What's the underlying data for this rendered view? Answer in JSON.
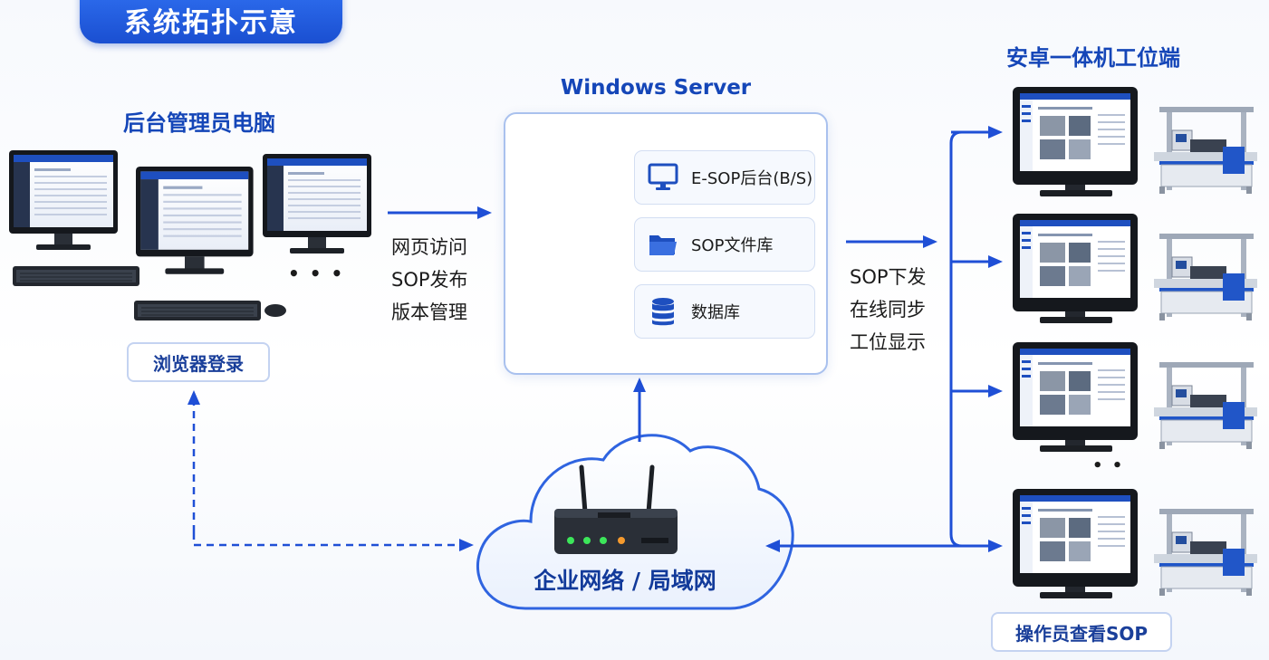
{
  "title": "系统拓扑示意",
  "admin": {
    "heading": "后台管理员电脑",
    "login_label": "浏览器登录",
    "ellipsis": "• • •"
  },
  "server": {
    "heading": "Windows Server",
    "services": [
      {
        "label": "E-SOP后台(B/S)",
        "icon": "monitor-icon"
      },
      {
        "label": "SOP文件库",
        "icon": "folder-icon"
      },
      {
        "label": "数据库",
        "icon": "database-icon"
      }
    ]
  },
  "admin_to_server_lines": [
    "网页访问",
    "SOP发布",
    "版本管理"
  ],
  "server_to_terminals_lines": [
    "SOP下发",
    "在线同步",
    "工位显示"
  ],
  "network": {
    "label": "企业网络 / 局域网"
  },
  "terminals": {
    "heading": "安卓一体机工位端",
    "ellipsis": "• •",
    "operator_label": "操作员查看SOP"
  },
  "colors": {
    "accent": "#1a4fd1",
    "heading": "#1546b8",
    "arrow": "#1f4fd6"
  }
}
